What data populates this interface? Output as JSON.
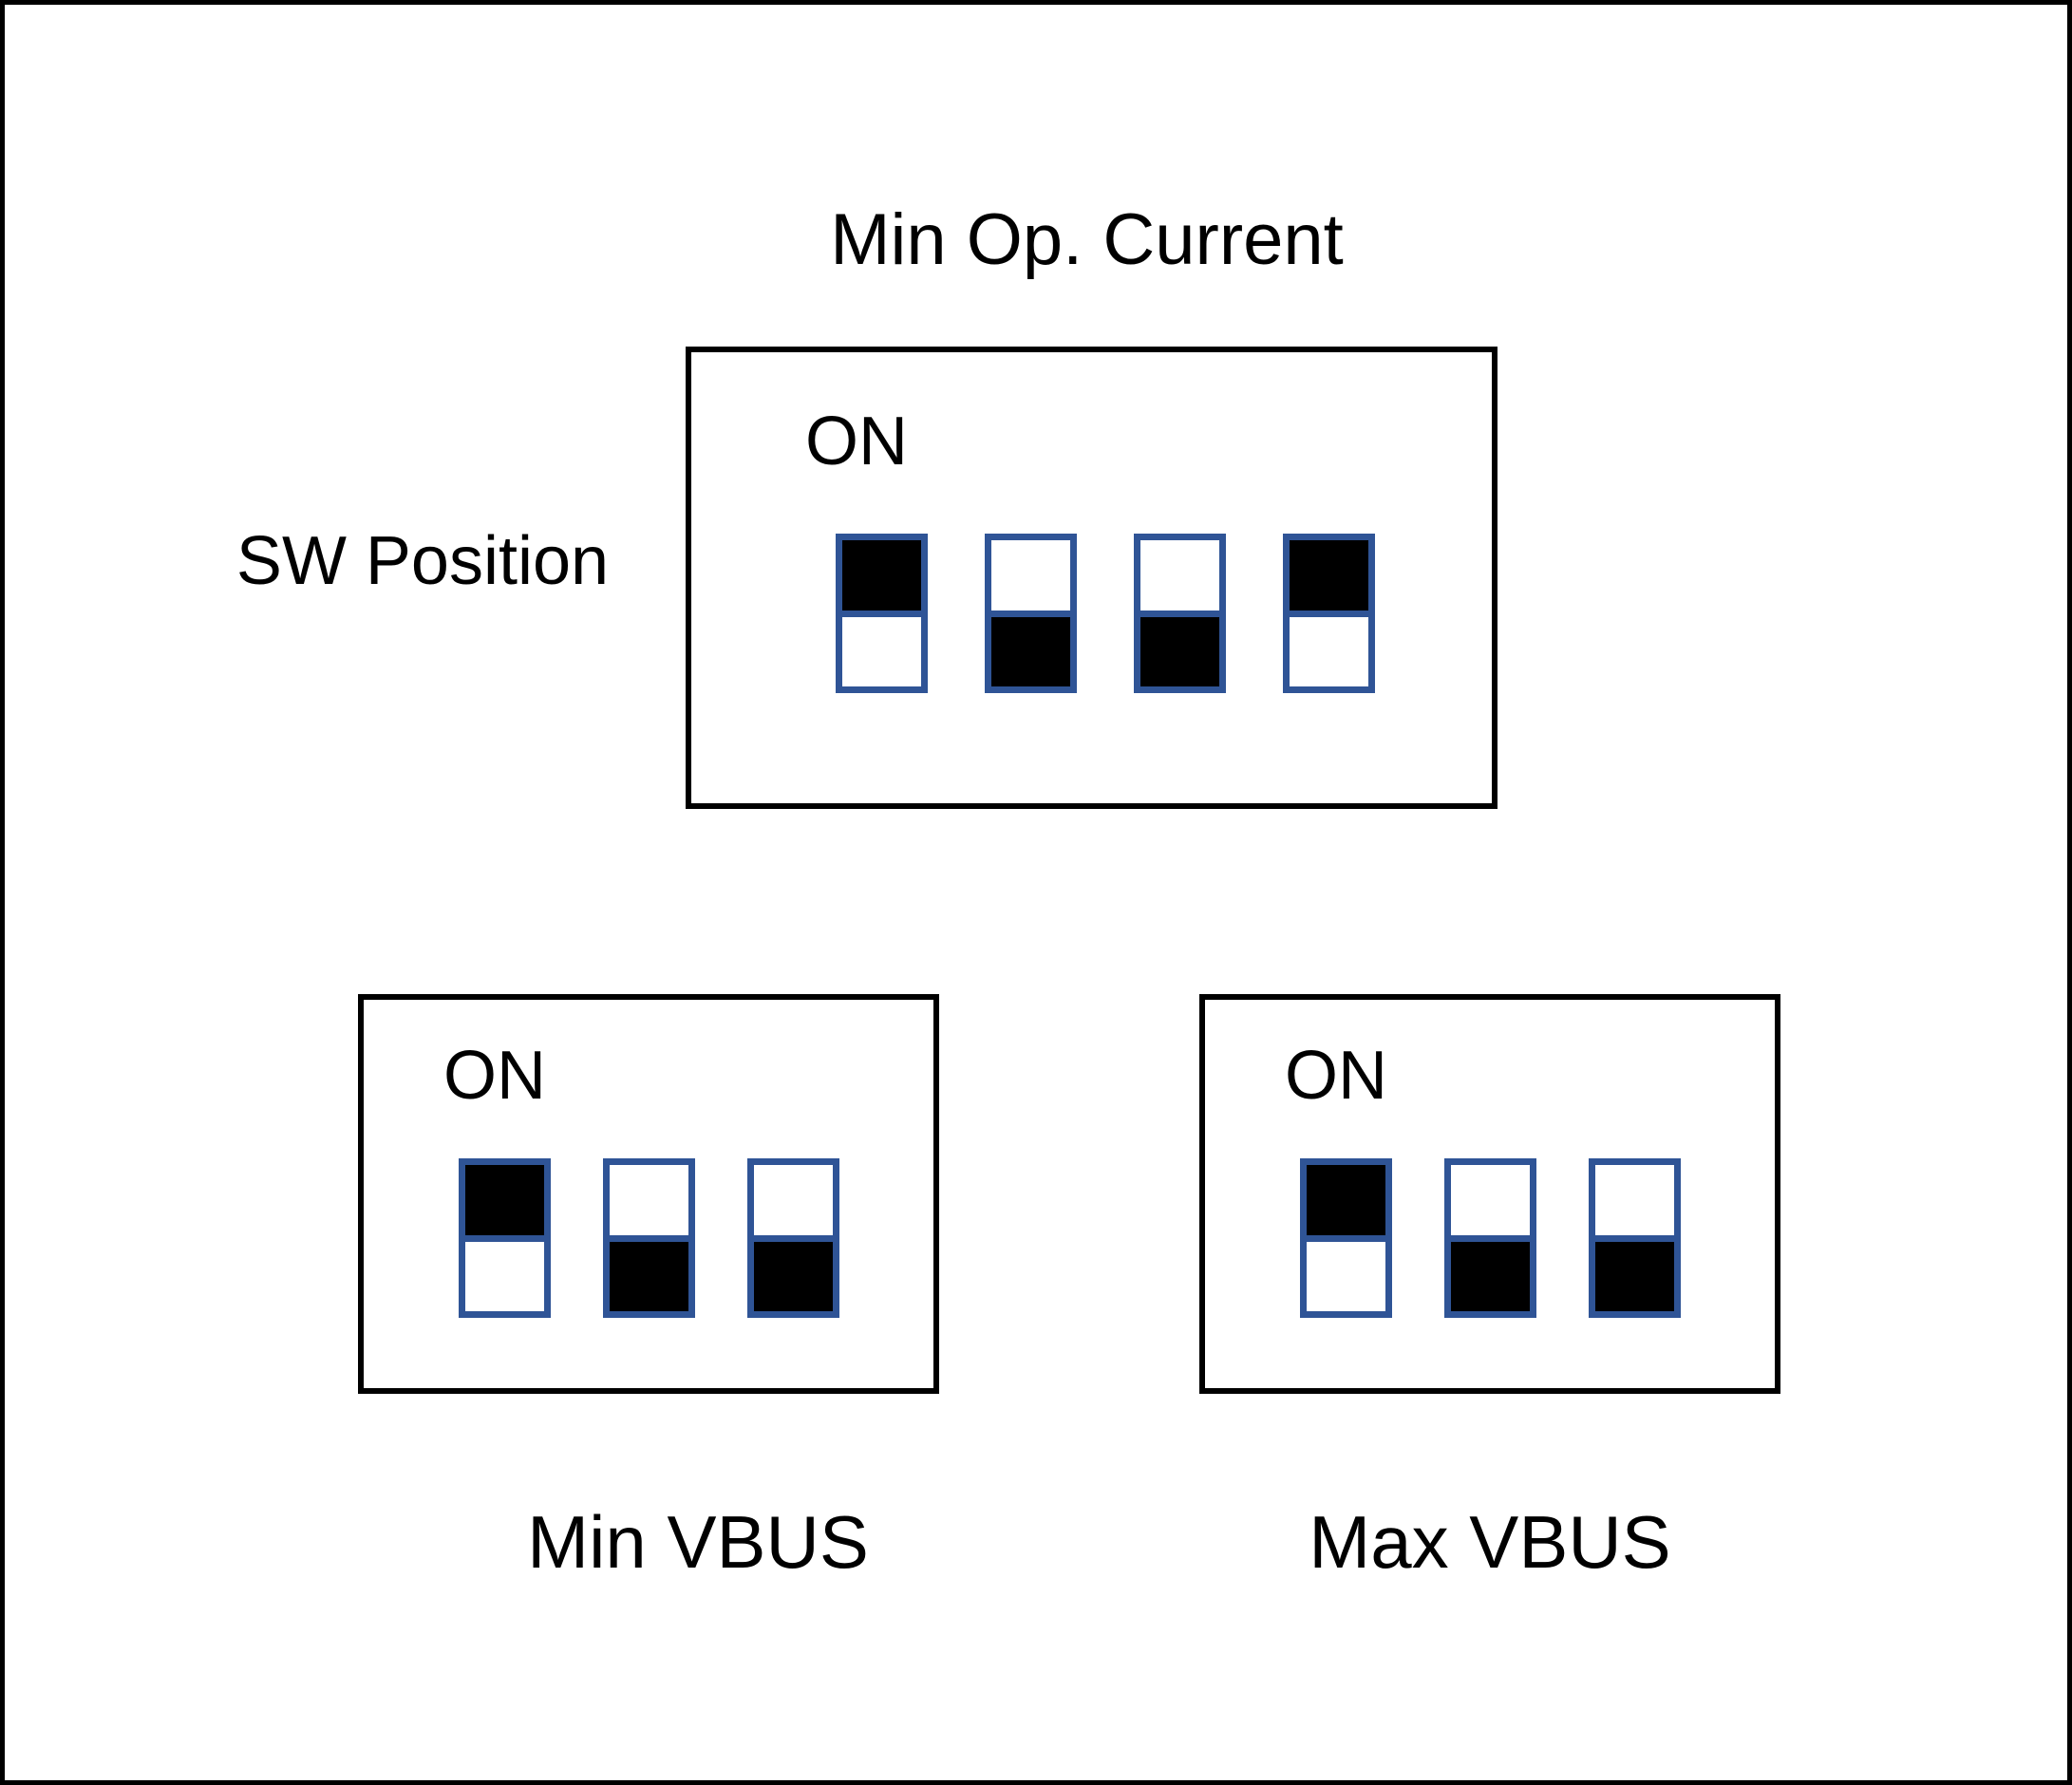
{
  "colors": {
    "background": "#FFFFFF",
    "outer_border": "#000000",
    "box_border": "#000000",
    "switch_border": "#2F5496",
    "switch_fill": "#000000",
    "text": "#000000"
  },
  "labels": {
    "sw_position": "SW Position"
  },
  "panels": [
    {
      "title": "Min Op. Current",
      "title_position": "above-box",
      "on_label": "ON",
      "switches": [
        "up",
        "down",
        "down",
        "up"
      ]
    },
    {
      "title": "Min VBUS",
      "title_position": "below-box",
      "on_label": "ON",
      "switches": [
        "up",
        "down",
        "down"
      ]
    },
    {
      "title": "Max VBUS",
      "title_position": "below-box",
      "on_label": "ON",
      "switches": [
        "up",
        "down",
        "down"
      ]
    }
  ]
}
